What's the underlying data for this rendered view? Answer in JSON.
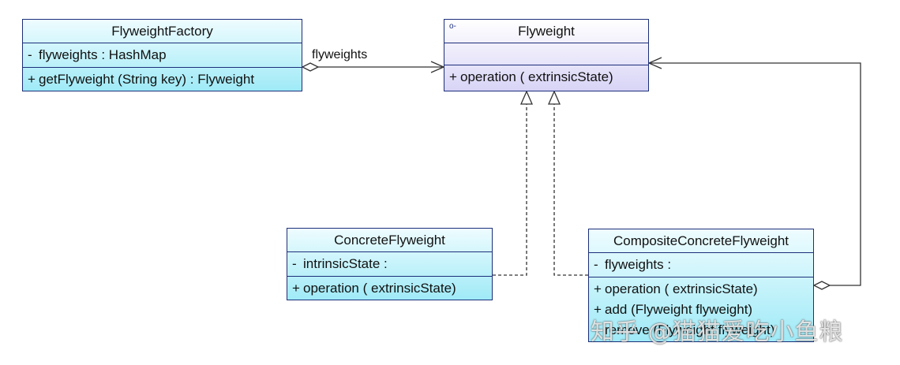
{
  "classes": {
    "factory": {
      "name": "FlyweightFactory",
      "attributes": [
        {
          "vis": "-",
          "text": "flyweights  : HashMap"
        }
      ],
      "operations": [
        {
          "vis": "+",
          "text": "getFlyweight (String key)  : Flyweight"
        }
      ]
    },
    "flyweight": {
      "name": "Flyweight",
      "stereotype_icon": "o-",
      "attributes": [],
      "operations": [
        {
          "vis": "+",
          "text": "operation ( extrinsicState)"
        }
      ]
    },
    "concrete": {
      "name": "ConcreteFlyweight",
      "attributes": [
        {
          "vis": "-",
          "text": "intrinsicState  :"
        }
      ],
      "operations": [
        {
          "vis": "+",
          "text": "operation ( extrinsicState)"
        }
      ]
    },
    "composite": {
      "name": "CompositeConcreteFlyweight",
      "attributes": [
        {
          "vis": "-",
          "text": "flyweights  :"
        }
      ],
      "operations": [
        {
          "vis": "+",
          "text": "operation ( extrinsicState)"
        },
        {
          "vis": "+",
          "text": "add (Flyweight flyweight)"
        },
        {
          "vis": "+",
          "text": "remove (Flyweight flyweight)"
        }
      ]
    }
  },
  "association_label": "flyweights",
  "watermark": "知乎 @猫猫爱吃小鱼粮",
  "colors": {
    "line": "#333333",
    "border": "#1c2f7a",
    "class_fill": "#9feaf7",
    "interface_fill": "#d8d4f6"
  }
}
